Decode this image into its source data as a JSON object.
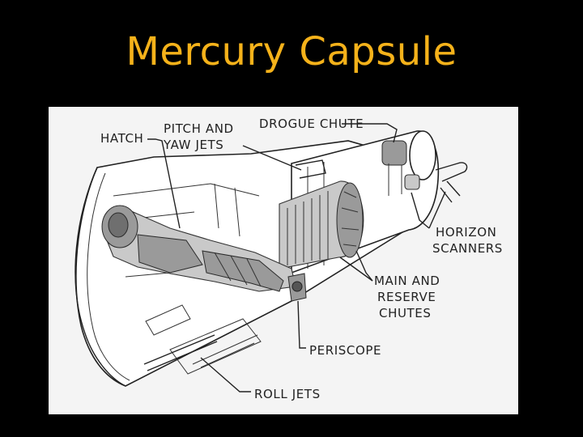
{
  "title": "Mercury Capsule",
  "colors": {
    "background": "#000000",
    "title": "#f5b21a",
    "diagram_bg": "#f4f4f4",
    "ink": "#222222"
  },
  "labels": {
    "hatch": "HATCH",
    "pitch_yaw_1": "PITCH AND",
    "pitch_yaw_2": "YAW JETS",
    "drogue_chute": "DROGUE CHUTE",
    "horizon_1": "HORIZON",
    "horizon_2": "SCANNERS",
    "main_reserve_1": "MAIN AND",
    "main_reserve_2": "RESERVE",
    "main_reserve_3": "CHUTES",
    "periscope": "PERISCOPE",
    "roll_jets": "ROLL JETS"
  }
}
